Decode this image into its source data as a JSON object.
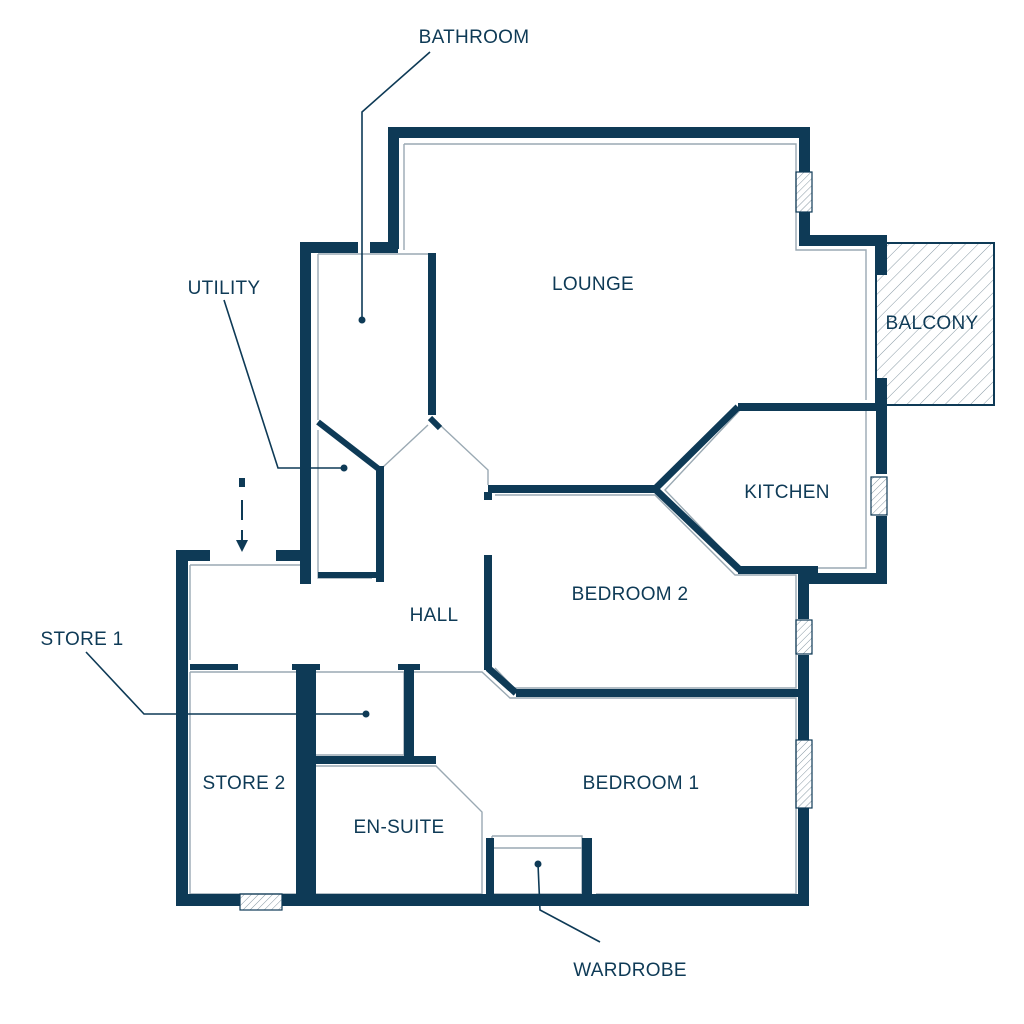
{
  "rooms": {
    "lounge": "LOUNGE",
    "balcony": "BALCONY",
    "kitchen": "KITCHEN",
    "bedroom2": "BEDROOM 2",
    "hall": "HALL",
    "bedroom1": "BEDROOM 1",
    "store2": "STORE 2",
    "ensuite": "EN-SUITE"
  },
  "callouts": {
    "bathroom": "BATHROOM",
    "utility": "UTILITY",
    "store1": "STORE 1",
    "wardrobe": "WARDROBE"
  },
  "colors": {
    "wall": "#0e3a56",
    "inner_line": "#9aa9b3",
    "hatch": "#8899a4"
  }
}
